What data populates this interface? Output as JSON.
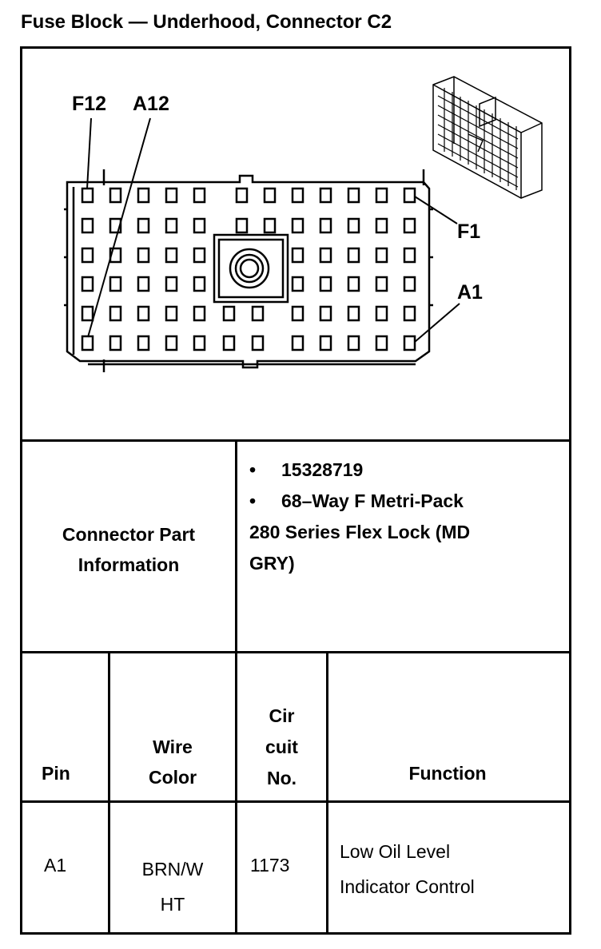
{
  "title": "Fuse Block — Underhood, Connector C2",
  "diagram": {
    "labels": {
      "f12": "F12",
      "a12": "A12",
      "f1": "F1",
      "a1": "A1"
    }
  },
  "connector_info": {
    "label_line1": "Connector Part",
    "label_line2": "Information",
    "part_number": "15328719",
    "description_line1": "68–Way F Metri-Pack",
    "description_line2": "280 Series Flex Lock (MD",
    "description_line3": "GRY)"
  },
  "table": {
    "headers": {
      "pin": "Pin",
      "wire_color_line1": "Wire",
      "wire_color_line2": "Color",
      "circuit_line1": "Cir",
      "circuit_line2": "cuit",
      "circuit_line3": "No.",
      "function": "Function"
    },
    "rows": [
      {
        "pin": "A1",
        "wire_color_line1": "BRN/W",
        "wire_color_line2": "HT",
        "circuit": "1173",
        "function_line1": "Low Oil Level",
        "function_line2": "Indicator Control"
      }
    ]
  }
}
